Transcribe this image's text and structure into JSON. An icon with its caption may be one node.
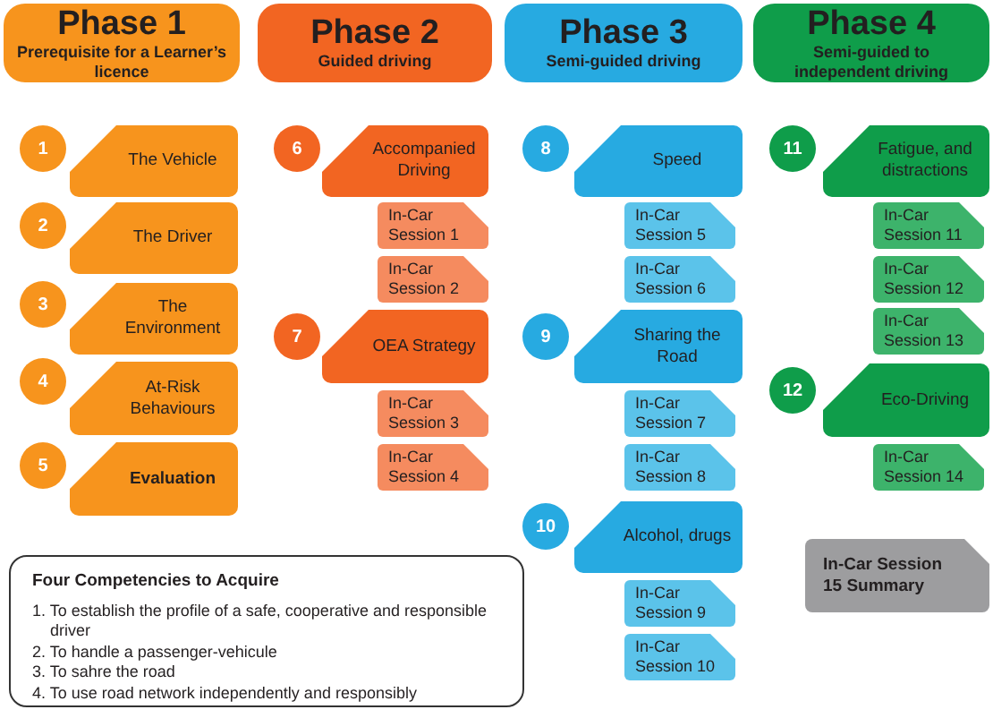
{
  "diagram": {
    "nodes": [
      {
        "text": [
          "Phase 1",
          "Prerequisite for a Learner’s licence"
        ]
      },
      {
        "text": [
          "Phase 2",
          "Guided driving"
        ]
      },
      {
        "text": [
          "Phase 3",
          "Semi-guided driving"
        ]
      },
      {
        "text": [
          "Phase 4",
          "Semi-guided to independent driving"
        ]
      },
      {
        "text": [
          "The Vehicle"
        ],
        "beside": [
          "1"
        ]
      },
      {
        "text": [
          "The Driver"
        ],
        "beside": [
          "2"
        ]
      },
      {
        "text": [
          "The Environment"
        ],
        "beside": [
          "3"
        ]
      },
      {
        "text": [
          "At-Risk Behaviours"
        ],
        "beside": [
          "4"
        ]
      },
      {
        "text": [
          "Evaluation"
        ],
        "beside": [
          "5"
        ]
      },
      {
        "text": [
          "Accompanied Driving"
        ],
        "beside": [
          "6"
        ]
      },
      {
        "text": [
          "In-Car Session 1"
        ]
      },
      {
        "text": [
          "In-Car Session 2"
        ]
      },
      {
        "text": [
          "OEA Strategy"
        ],
        "beside": [
          "7"
        ]
      },
      {
        "text": [
          "In-Car Session 3"
        ]
      },
      {
        "text": [
          "In-Car Session 4"
        ]
      },
      {
        "text": [
          "Speed"
        ],
        "beside": [
          "8"
        ]
      },
      {
        "text": [
          "In-Car Session 5"
        ]
      },
      {
        "text": [
          "In-Car Session 6"
        ]
      },
      {
        "text": [
          "Sharing the Road"
        ],
        "beside": [
          "9"
        ]
      },
      {
        "text": [
          "In-Car Session 7"
        ]
      },
      {
        "text": [
          "In-Car Session 8"
        ]
      },
      {
        "text": [
          "Alcohol, drugs"
        ],
        "beside": [
          "10"
        ]
      },
      {
        "text": [
          "In-Car Session 9"
        ]
      },
      {
        "text": [
          "In-Car Session 10"
        ]
      },
      {
        "text": [
          "Fatigue, and distractions"
        ],
        "beside": [
          "11"
        ]
      },
      {
        "text": [
          "In-Car Session 11"
        ]
      },
      {
        "text": [
          "In-Car Session 12"
        ]
      },
      {
        "text": [
          "In-Car Session 13"
        ]
      },
      {
        "text": [
          "Eco-Driving"
        ],
        "beside": [
          "12"
        ]
      },
      {
        "text": [
          "In-Car Session 14"
        ]
      },
      {
        "text": [
          "In-Car Session 15 Summary"
        ]
      },
      {
        "text": [
          "Four Competencies to Acquire",
          "1. To establish the profile of a safe, cooperative and responsible driver",
          "2. To handle a passenger-vehicule",
          "3. To sahre the road",
          "4. To use road network independently and responsibly"
        ]
      }
    ]
  }
}
